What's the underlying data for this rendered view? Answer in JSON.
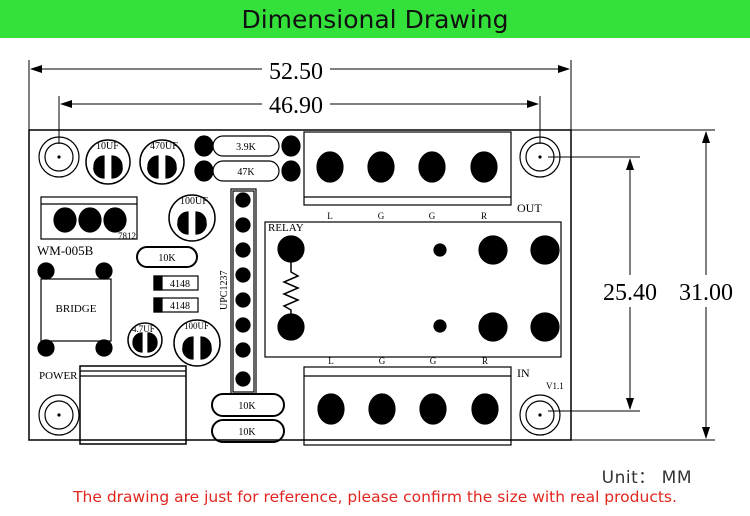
{
  "banner": {
    "title": "Dimensional Drawing",
    "color": "#34e13a"
  },
  "dimensions": {
    "width_outer": "52.50",
    "width_holes": "46.90",
    "height_holes": "25.40",
    "height_outer": "31.00"
  },
  "board": {
    "model": "WM-005B",
    "version": "V1.1",
    "bridge": "BRIDGE",
    "power": "POWER",
    "relay": "RELAY",
    "regulator": "7812",
    "ic": "UPC1237",
    "cap_10uf": "10UF",
    "cap_470uf": "470UF",
    "cap_100uf_top": "100UF",
    "cap_4_7uf": "4.7UF",
    "cap_100uf_bottom": "100UF",
    "res_3_9k": "3.9K",
    "res_47k": "47K",
    "res_10k_mid": "10K",
    "res_10k_b1": "10K",
    "res_10k_b2": "10K",
    "diode_1": "4148",
    "diode_2": "4148",
    "out_label": "OUT",
    "in_label": "IN",
    "out_pins": [
      "L",
      "G",
      "G",
      "R"
    ],
    "in_pins": [
      "L",
      "G",
      "G",
      "R"
    ]
  },
  "footer": {
    "unit": "Unit： MM",
    "note": "The drawing are just for reference, please confirm the size with real products.",
    "note_color": "#e0261f"
  }
}
